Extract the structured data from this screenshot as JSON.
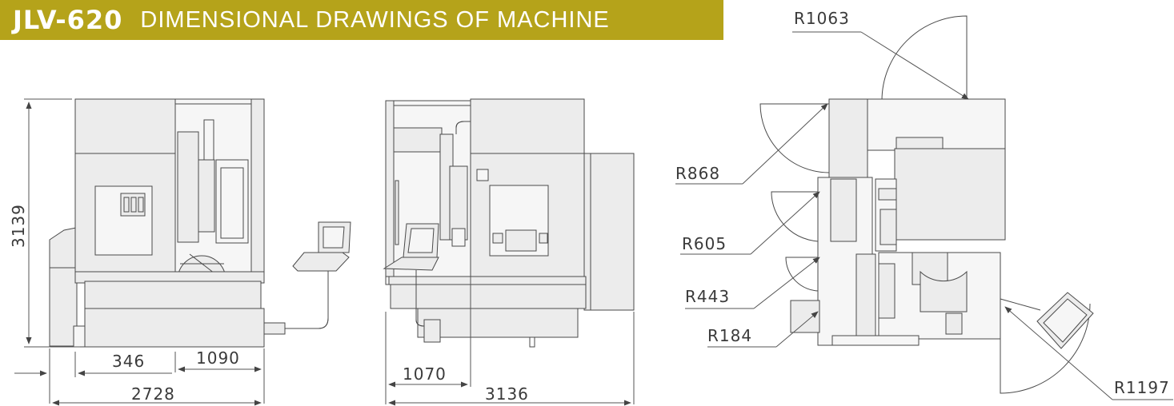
{
  "header": {
    "model": "JLV-620",
    "title": "DIMENSIONAL DRAWINGS OF MACHINE",
    "background_color": "#b5a31a",
    "text_color": "#ffffff"
  },
  "front_view": {
    "height_dim": "3139",
    "dim_a": "346",
    "dim_b": "1090",
    "total_width": "2728"
  },
  "side_view": {
    "dim_a": "1070",
    "total_width": "3136"
  },
  "top_view": {
    "radii": [
      "R1063",
      "R868",
      "R605",
      "R443",
      "R184",
      "R1197"
    ]
  }
}
